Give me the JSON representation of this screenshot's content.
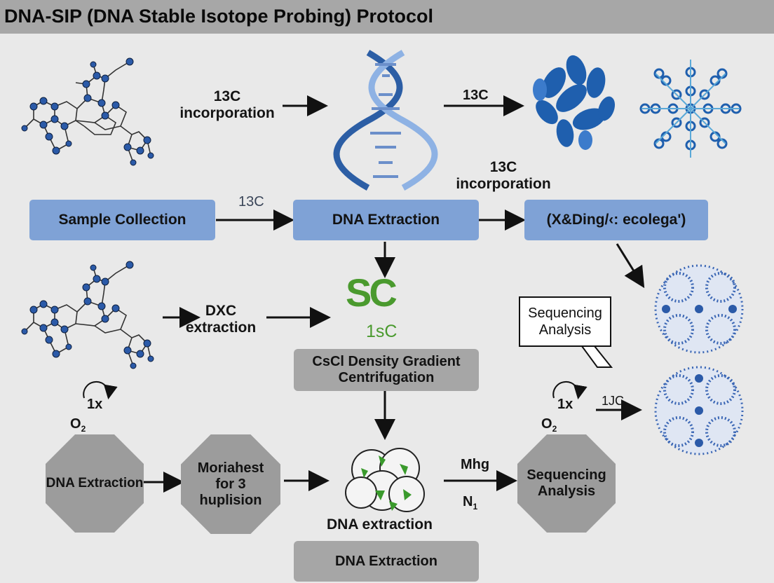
{
  "title": "DNA-SIP (DNA Stable Isotope Probing) Protocol",
  "labels": {
    "incorporation_top": "13C\nincorporation",
    "top_arrow_13c": "13C",
    "right_incorporation": "13C\nincorporation",
    "mid_13c": "13C",
    "dxc_extraction": "DXC\nextraction",
    "green_symbol": "SC",
    "green_label": "1sC",
    "left_1x": "1x",
    "left_o2": "O",
    "right_1x": "1x",
    "right_o2": "O",
    "right_1c": "1JC",
    "mhg": "Mhg",
    "n1": "N",
    "dna_extraction_caption": "DNA extraction"
  },
  "boxes": {
    "sample_collection": "Sample Collection",
    "dna_extraction_blue": "DNA Extraction",
    "ecology_box": "(X&Ding/‹: ecolega')",
    "cscl": "CsCl Density Gradient\nCentrifugation",
    "dna_extraction_gray": "DNA Extraction"
  },
  "octagons": {
    "dna_extraction": "DNA Extraction",
    "moriahest": "Moriahest\nfor 3\nhuplision",
    "sequencing": "Sequencing\nAnalysis"
  },
  "callout": "Sequencing\nAnalysis",
  "colors": {
    "title_bar": "#a7a7a7",
    "blue_box": "#7fa2d6",
    "gray_box": "#a6a6a6",
    "molecule_node": "#2b5aa8",
    "accent_green": "#4a9a2e"
  }
}
